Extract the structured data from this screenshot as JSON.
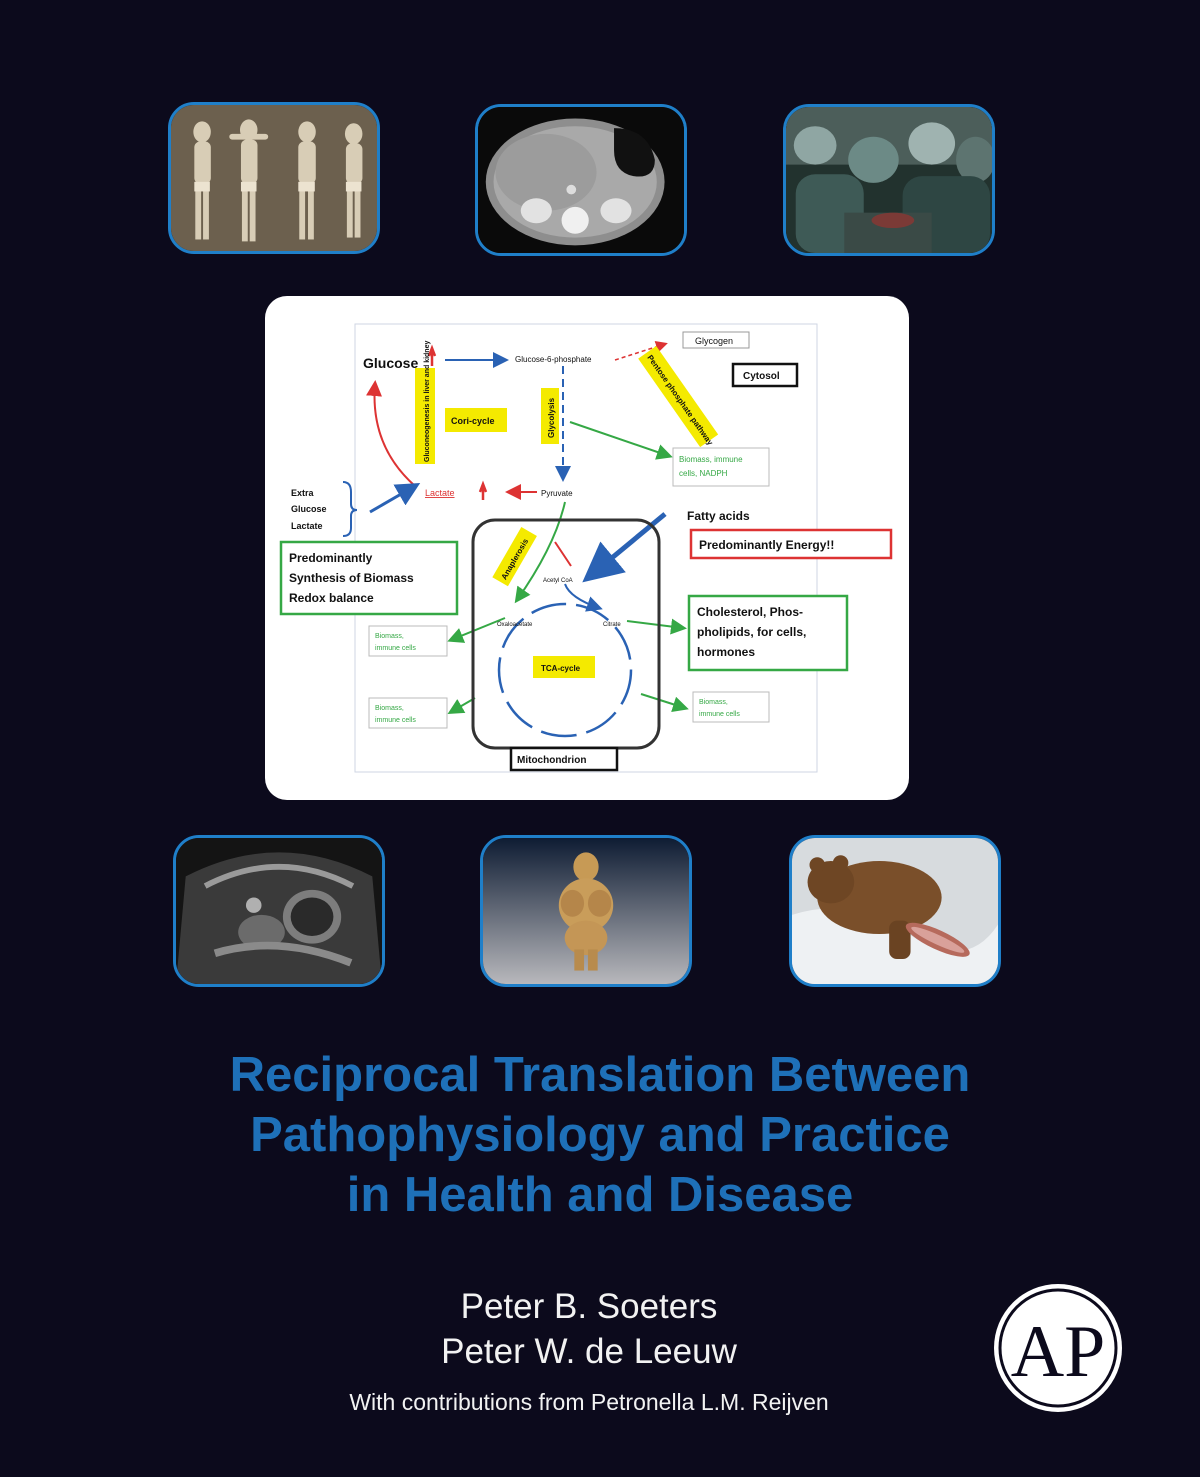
{
  "title_lines": [
    "Reciprocal Translation Between",
    "Pathophysiology and Practice",
    "in Health and Disease"
  ],
  "authors": [
    "Peter B. Soeters",
    "Peter W. de Leeuw"
  ],
  "contributions": "With contributions from Petronella L.M. Reijven",
  "publisher_logo": "AP",
  "colors": {
    "background": "#0c0a1c",
    "title": "#1e70b8",
    "frame": "#1f7fc9"
  },
  "diagram": {
    "glucose": "Glucose",
    "glucose6p": "Glucose-6-phosphate",
    "glycogen": "Glycogen",
    "cytosol": "Cytosol",
    "pentose_phosphate": "Pentose phosphate pathway",
    "gluconeogenesis": "Gluconeogenesis in liver and kidney",
    "cori_cycle": "Cori-cycle",
    "glycolysis": "Glycolysis",
    "biomass_cytosol": [
      "Biomass, immune",
      "cells, NADPH"
    ],
    "extra_inputs": [
      "Extra",
      "Glucose",
      "Lactate"
    ],
    "lactate": "Lactate",
    "pyruvate": "Pyruvate",
    "fatty_acids": "Fatty acids",
    "energy": "Predominantly Energy!!",
    "synthesis_box": [
      "Predominantly",
      "Synthesis of Biomass",
      "Redox balance"
    ],
    "anaplerosis": "Anaplerosis",
    "acetyl_coa": "Acetyl CoA",
    "oxaloacetate": "Oxaloacetate",
    "citrate": "Citrate",
    "tca_cycle": "TCA-cycle",
    "cholesterol_box": [
      "Cholesterol, Phos-",
      "pholipids, for cells,",
      "hormones"
    ],
    "biomass_left_1": [
      "Biomass,",
      "immune cells"
    ],
    "biomass_left_2": [
      "Biomass,",
      "immune cells"
    ],
    "biomass_right": [
      "Biomass,",
      "immune cells"
    ],
    "mitochondrion": "Mitochondrion"
  }
}
